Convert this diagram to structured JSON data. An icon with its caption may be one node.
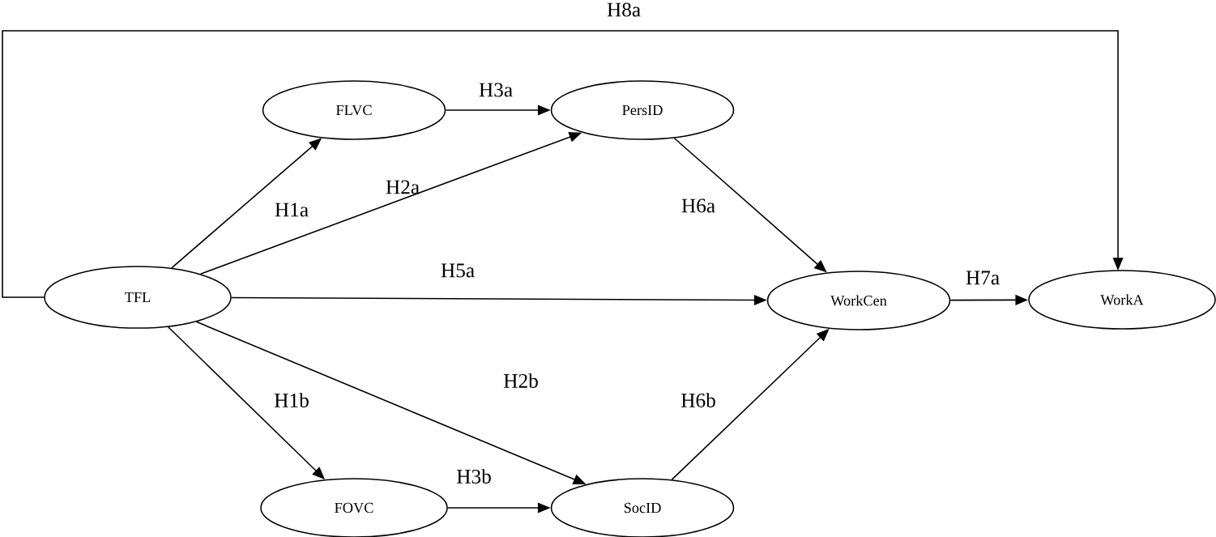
{
  "diagram": {
    "nodes": [
      {
        "text": [
          "FLVC"
        ]
      },
      {
        "text": [
          "PersID"
        ]
      },
      {
        "text": [
          "TFL"
        ]
      },
      {
        "text": [
          "WorkCen"
        ]
      },
      {
        "text": [
          "WorkA"
        ]
      },
      {
        "text": [
          "FOVC"
        ]
      },
      {
        "text": [
          "SocID"
        ]
      }
    ],
    "edges": [
      {
        "from": 2,
        "to": 4,
        "arrow": "to",
        "label": "H8a"
      },
      {
        "from": 0,
        "to": 1,
        "arrow": "to",
        "label": "H3a"
      },
      {
        "from": 2,
        "to": 0,
        "arrow": "to",
        "label": "H1a"
      },
      {
        "from": 2,
        "to": 1,
        "arrow": "to",
        "label": "H2a"
      },
      {
        "from": 1,
        "to": 3,
        "arrow": "to",
        "label": "H6a"
      },
      {
        "from": 2,
        "to": 3,
        "arrow": "to",
        "label": "H5a"
      },
      {
        "from": 3,
        "to": 4,
        "arrow": "to",
        "label": "H7a"
      },
      {
        "from": 2,
        "to": 5,
        "arrow": "to",
        "label": "H1b"
      },
      {
        "from": 2,
        "to": 6,
        "arrow": "to",
        "label": "H2b"
      },
      {
        "from": 6,
        "to": 3,
        "arrow": "to",
        "label": "H6b"
      },
      {
        "from": 5,
        "to": 6,
        "arrow": "to",
        "label": "H3b"
      }
    ]
  }
}
